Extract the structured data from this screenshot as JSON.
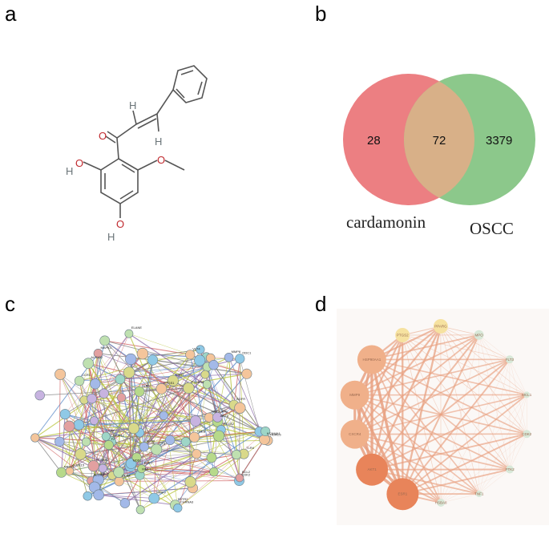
{
  "panels": {
    "a": {
      "letter": "a"
    },
    "b": {
      "letter": "b"
    },
    "c": {
      "letter": "c"
    },
    "d": {
      "letter": "d"
    }
  },
  "molecule": {
    "atoms": {
      "o_carbonyl": "O",
      "h_alpha": "H",
      "h_beta": "H",
      "h_hydroxy1": "H",
      "o_hydroxy1": "O",
      "o_methoxy": "O",
      "o_hydroxy2": "O",
      "h_hydroxy2": "H"
    },
    "colors": {
      "bond": "#555555",
      "oxygen": "#c0282d",
      "hydrogen": "#6a7478"
    }
  },
  "venn": {
    "left_label": "cardamonin",
    "right_label": "OSCC",
    "left_only": "28",
    "intersection": "72",
    "right_only": "3379",
    "colors": {
      "left": "#ec7f82",
      "right": "#8cc88b",
      "overlap": "#d8b088"
    }
  },
  "network_c": {
    "labels": [
      "ODC1",
      "NR2C1",
      "PTGER2",
      "CTS",
      "MMP12",
      "ALOX",
      "NOS2",
      "PTGER4",
      "CAT",
      "ALOX5",
      "THEB",
      "HDAC5",
      "ALOX12",
      "MMP1",
      "ALOX15",
      "F2",
      "ALPL",
      "ELANE",
      "MMP8",
      "CCR1",
      "ECE1",
      "GALT",
      "SSTR2",
      "CCR4",
      "KCNMA1",
      "VLT4",
      "TLR4",
      "CHRNA3",
      "MAPK1",
      "ESR1",
      "CDK2",
      "EGFR",
      "PTGS1",
      "HSP90AA1",
      "AKT1",
      "MMP9",
      "BCL2",
      "PTGS2"
    ],
    "colors": {
      "edge_yellow": "#b8c43c",
      "edge_purple": "#8a6aa8",
      "edge_gray": "#7a7a7a",
      "edge_blue": "#5a8ac8",
      "edge_red": "#d06060"
    }
  },
  "network_d": {
    "nodes": [
      "PTGS2",
      "PPARG",
      "MPO",
      "FLT3",
      "MCL1",
      "CDK2",
      "PTK2",
      "TNF1",
      "HSBA8",
      "ESR1",
      "AKT1",
      "CXCR4",
      "MMP9",
      "HSP90AA1"
    ],
    "colors": {
      "large": "#e8845a",
      "medium": "#f0b08a",
      "small": "#f6e2a0",
      "tiny": "#d8e8d8",
      "edge": "#e8a080",
      "bg": "#fbf8f6"
    }
  }
}
